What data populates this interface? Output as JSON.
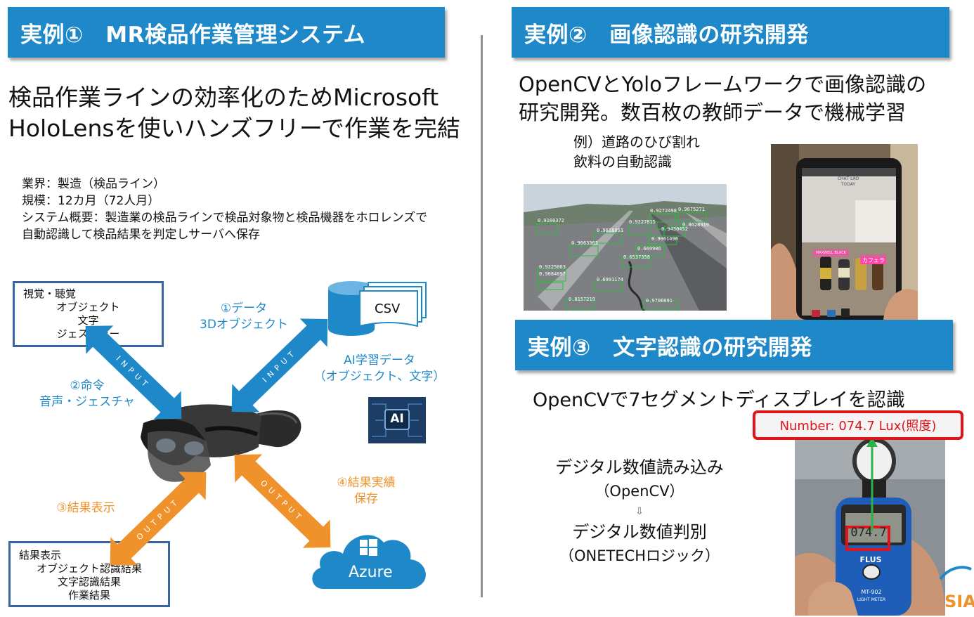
{
  "left": {
    "banner": "実例①　MR検品作業管理システム",
    "headline_lines": [
      "検品作業ラインの効率化のためMicrosoft",
      "HoloLensを使いハンズフリーで作業を完結"
    ],
    "meta_lines": [
      "業界：製造（検品ライン）",
      "規模：12カ月（72人月）",
      "システム概要：製造業の検品ラインで検品対象物と検品機器をホロレンズで",
      "自動認識して検品結果を判定しサーバへ保存"
    ],
    "input_box": {
      "title": "視覚・聴覚",
      "items": [
        "オブジェクト",
        "文字",
        "ジェスチャー"
      ]
    },
    "output_box": {
      "title": "結果表示",
      "items": [
        "オブジェクト認識結果",
        "文字認識結果",
        "作業結果"
      ]
    },
    "step1": [
      "①データ",
      "3Dオブジェクト"
    ],
    "step2": [
      "②命令",
      "音声・ジェスチャ"
    ],
    "step3": "③結果表示",
    "step4": [
      "④結果実績",
      "保存"
    ],
    "csv_label": "CSV",
    "ai_data": [
      "AI学習データ",
      "（オブジェクト、文字）"
    ],
    "ai_badge": "AI",
    "azure_label": "Azure",
    "arrow_input": "INPUT",
    "arrow_output": "OUTPUT"
  },
  "right": {
    "banner2": "実例②　画像認識の研究開発",
    "text2_lines": [
      "OpenCVとYoloフレームワークで画像認識の",
      "研究開発。数百枚の教師データで機械学習"
    ],
    "example_lines": [
      "例）道路のひび割れ",
      "飲料の自動認識"
    ],
    "detections": [
      "0.9160372",
      "0.9272498",
      "0.9675271",
      "0.9227815",
      "0.9618053",
      "0.9430452",
      "0.8628319",
      "0.9061496",
      "0.9663363",
      "0.669906",
      "0.6537358",
      "0.9225063",
      "0.9084097",
      "0.6991174",
      "0.8157219",
      "0.9706091"
    ],
    "phone_label_left": "MAXWELL BLACK",
    "phone_label_right": "カフェラ",
    "phone_header": [
      "CHẤT LẠO",
      "TODAY"
    ],
    "banner3": "実例③　文字認識の研究開発",
    "text3": "OpenCVで7セグメントディスプレイを認識",
    "number_readout": "Number: 074.7 Lux(照度)",
    "flow": [
      "デジタル数値読み込み",
      "（OpenCV）",
      "⇩",
      "デジタル数値判別",
      "（ONETECHロジック）"
    ],
    "meter": {
      "display": "074.7",
      "brand": "FLUS",
      "model": "MT-902",
      "sub": "LIGHT METER"
    },
    "logo_fragment": "SIA"
  },
  "colors": {
    "accent_blue": "#1f88c8",
    "accent_orange": "#f0922b",
    "alert_red": "#e0151b"
  }
}
